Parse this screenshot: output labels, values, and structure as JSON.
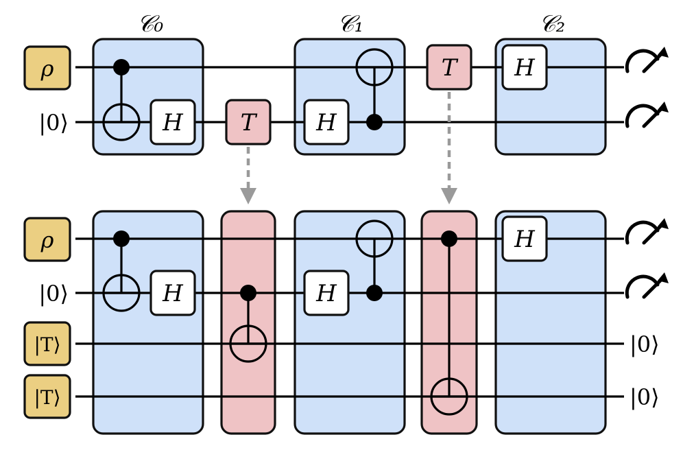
{
  "top_circuit": {
    "block_labels": [
      "𝒞₀",
      "𝒞₁",
      "𝒞₂"
    ],
    "inputs": {
      "q0": "ρ",
      "q1": "|0⟩"
    },
    "gate_h": "H",
    "gate_t": "T"
  },
  "bottom_circuit": {
    "inputs": {
      "q0": "ρ",
      "q1": "|0⟩",
      "q2": "|T⟩",
      "q3": "|T⟩"
    },
    "outputs": {
      "q2": "|0⟩",
      "q3": "|0⟩"
    },
    "gate_h": "H"
  },
  "colors": {
    "clifford_block": "#cfe1f9",
    "t_gadget": "#efc3c5",
    "input_state": "#ebcf82",
    "arrow": "#9a9a9a"
  },
  "icons": [
    "measurement-meter-icon",
    "cnot-target-icon",
    "control-dot-icon",
    "dashed-arrow-icon"
  ]
}
